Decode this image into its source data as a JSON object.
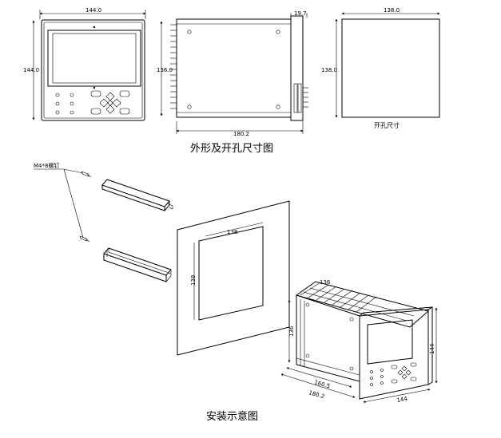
{
  "captions": {
    "outline_title": "外形及开孔尺寸图",
    "cutout_title": "开孔尺寸",
    "install_title": "安装示意图"
  },
  "front_view": {
    "width_label": "144.0",
    "height_label": "144.0"
  },
  "side_view": {
    "height_label": "136.0",
    "depth_label": "180.2",
    "flange_label": "19.7"
  },
  "cutout_view": {
    "width_label": "138.0",
    "height_label": "138.0"
  },
  "install": {
    "screw_label": "M4*8螺钉",
    "panel_width_label": "138",
    "panel_height_label": "138",
    "device_top_label": "136",
    "device_height_label": "136",
    "device_front_height_label": "144",
    "device_depth_inner_label": "160.5",
    "device_depth_label": "180.2",
    "device_width_label": "144"
  }
}
